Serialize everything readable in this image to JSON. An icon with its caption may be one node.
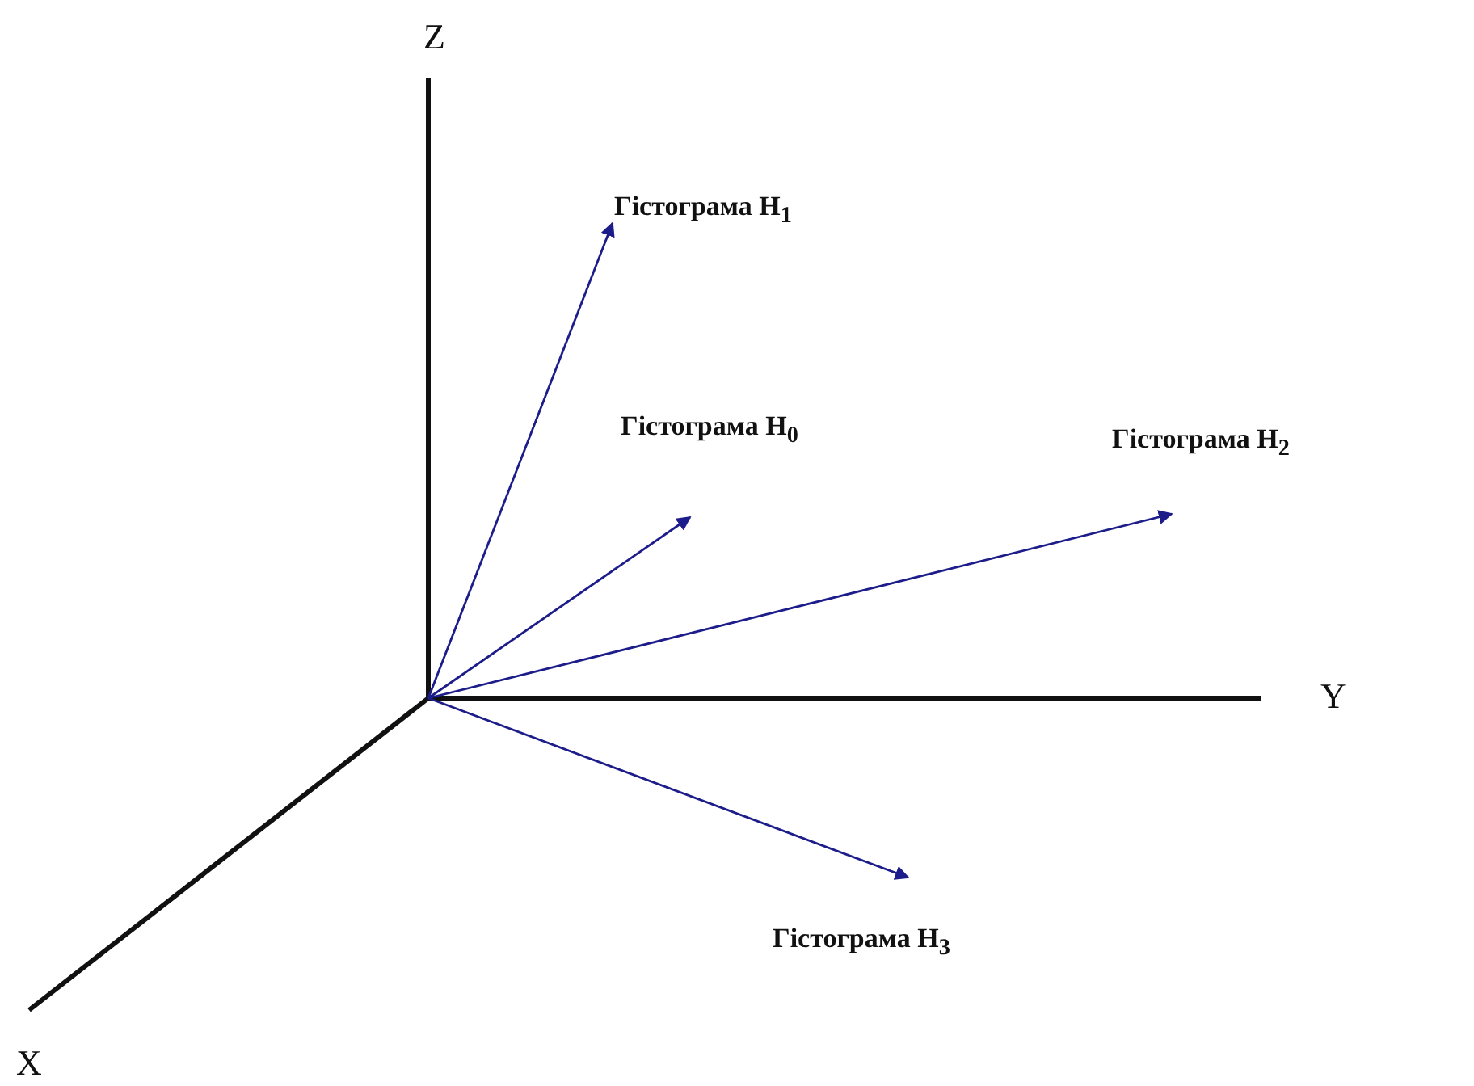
{
  "diagram": {
    "nodes": [
      {
        "text": [
          "Гістограма H$_{1}$"
        ]
      },
      {
        "text": [
          "Гістограма H$_{0}$"
        ]
      },
      {
        "text": [
          "Гістограма H$_{2}$"
        ]
      },
      {
        "text": [
          "Гістограма H$_{3}$"
        ]
      }
    ],
    "edges": [
      {
        "from": null,
        "to": 0,
        "arrow": "to"
      },
      {
        "from": null,
        "to": 1,
        "arrow": "to"
      },
      {
        "from": null,
        "to": 2,
        "arrow": "to"
      },
      {
        "from": null,
        "to": 3,
        "arrow": "to"
      }
    ],
    "labels": [
      "Z",
      "Y",
      "X"
    ]
  }
}
